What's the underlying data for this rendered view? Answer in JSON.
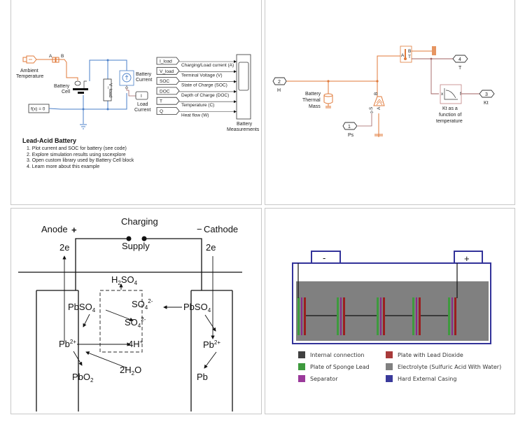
{
  "panel_battery_model": {
    "ambient_temperature": "Ambient Temperature",
    "ambient_temperature_l1": "Ambient",
    "ambient_temperature_l2": "Temperature",
    "port_a": "A",
    "port_b": "B",
    "battery_cell_l1": "Battery",
    "battery_cell_l2": "Cell",
    "v_load": "V_load",
    "battery_current_l1": "Battery",
    "battery_current_l2": "Current",
    "load_current_l1": "Load",
    "load_current_l2": "Current",
    "load_current_block": "I",
    "solver": "f(x) = 0",
    "signals": [
      {
        "tag": "I_load",
        "label": "Charging/Load current (A)"
      },
      {
        "tag": "V_load",
        "label": "Terminal Voltage (V)"
      },
      {
        "tag": "SOC",
        "label": "State of Charge (SOC)"
      },
      {
        "tag": "DOC",
        "label": "Depth of Charge (DOC)"
      },
      {
        "tag": "T",
        "label": "Temperature (C)"
      },
      {
        "tag": "Q",
        "label": "Heat flow (W)"
      }
    ],
    "scope_l1": "Battery",
    "scope_l2": "Measurements",
    "title": "Lead-Acid Battery",
    "notes": [
      "1. Plot current and SOC for battery (see code)",
      "2. Explore simulation results using sscexplore",
      "3. Open custom library used by Battery Cell block",
      "4. Learn more about this example"
    ]
  },
  "panel_thermal": {
    "port_h_num": "2",
    "port_h_label": "H",
    "thermal_mass_l1": "Battery",
    "thermal_mass_l2": "Thermal",
    "thermal_mass_l3": "Mass",
    "port_ps_num": "1",
    "port_ps_label": "Ps",
    "sensor_a": "A",
    "sensor_b": "B",
    "sensor_t": "T",
    "source_b": "B",
    "source_a": "A",
    "source_s": "S",
    "port_t_num": "4",
    "port_t_label": "T",
    "lookup_x": "x",
    "lookup_f": "f",
    "lookup_l1": "Kt as a",
    "lookup_l2": "function of",
    "lookup_l3": "temperature",
    "port_kt_num": "3",
    "port_kt_label": "Kt"
  },
  "panel_chemistry": {
    "anode": "Anode",
    "anode_sign": "+",
    "cathode": "Cathode",
    "cathode_sign": "−",
    "charging": "Charging",
    "supply": "Supply",
    "left_electrons": "2e",
    "right_electrons": "2e",
    "electrolyte": {
      "base": "H",
      "sub1": "2",
      "mid": "SO",
      "sub2": "4"
    },
    "left": {
      "pbso4": "PbSO",
      "pbso4_sub": "4",
      "pb": "Pb",
      "pb_sup": "2+",
      "pbo2": "PbO",
      "pbo2_sub": "2"
    },
    "center": {
      "so4_top": "SO",
      "so4_top_sub": "4",
      "so4_top_sup": "2-",
      "so4_mid": "SO",
      "so4_mid_sub": "4",
      "so4_mid_sup": "2-",
      "h_ions": "4H",
      "h_ions_sup": "+",
      "water_a": "2H",
      "water_sub": "2",
      "water_b": "O"
    },
    "right": {
      "pbso4": "PbSO",
      "pbso4_sub": "4",
      "pb": "Pb",
      "pb_sup": "2+",
      "pb_metal": "Pb"
    }
  },
  "panel_construction": {
    "negative_terminal": "-",
    "positive_terminal": "+",
    "cells": 5,
    "legend": [
      {
        "label": "Internal connection",
        "color": "#404040"
      },
      {
        "label": "Plate with Lead Dioxide",
        "color": "#a83a3a"
      },
      {
        "label": "Plate of Sponge Lead",
        "color": "#3e9a3e"
      },
      {
        "label": "Electrolyte (Sulfuric Acid With Water)",
        "color": "#808080"
      },
      {
        "label": "Separator",
        "color": "#9b3a9b"
      },
      {
        "label": "Hard External Casing",
        "color": "#3a3a9b"
      }
    ],
    "colors": {
      "casing": "#33339a",
      "electrolyte": "#808080",
      "sponge_lead": "#3e9a3e",
      "separator": "#8a2a8a",
      "lead_dioxide": "#9b1f1f",
      "connection": "#111111"
    }
  },
  "colors": {
    "simscape_blue": "#4a7fc8",
    "thermal_orange": "#e07a3a",
    "signal_maroon": "#a06060"
  }
}
